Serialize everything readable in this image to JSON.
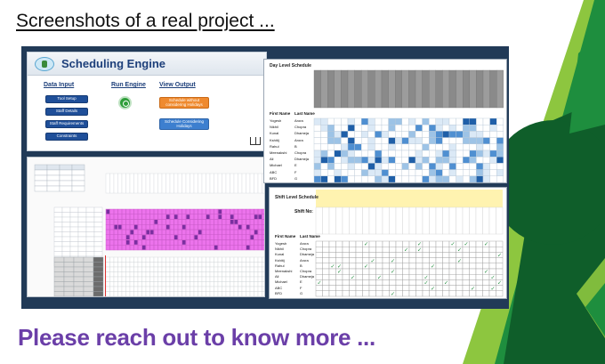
{
  "slide": {
    "headline": "Screenshots of a real project ...",
    "cta": "Please reach out to know more ..."
  },
  "dashboard": {
    "title": "Scheduling Engine",
    "data_input": {
      "title": "Data Input",
      "buttons": [
        "Tool Setup",
        "Staff Details",
        "Staff Requirements",
        "Constraints"
      ]
    },
    "run_engine": {
      "title": "Run Engine"
    },
    "view_output": {
      "title": "View Output",
      "buttons": [
        "Schedule without considering Holidays",
        "Schedule Considering Holidays"
      ]
    }
  },
  "day_schedule": {
    "title": "Day Level Schedule",
    "header": {
      "first_name": "First Name",
      "last_name": "Last Name"
    },
    "rows": [
      [
        "Yogesh",
        "Arora"
      ],
      [
        "Nikhil",
        "Chopra"
      ],
      [
        "Kunal",
        "Dhameja"
      ],
      [
        "Kshitij",
        "Arora"
      ],
      [
        "Rahul",
        "B"
      ],
      [
        "Meenakshi",
        "Chopra"
      ],
      [
        "Ali",
        "Dhameja"
      ],
      [
        "Michael",
        "E"
      ],
      [
        "ABC",
        "F"
      ],
      [
        "BFD",
        "G"
      ]
    ]
  },
  "shift_schedule": {
    "title": "Shift Level Schedule",
    "shift_label": "Shift No:",
    "header": {
      "first_name": "First Name",
      "last_name": "Last Name"
    },
    "rows": [
      [
        "Yogesh",
        "Arora"
      ],
      [
        "Nikhil",
        "Chopra"
      ],
      [
        "Kunal",
        "Dhameja"
      ],
      [
        "Kshitij",
        "Arora"
      ],
      [
        "Rahul",
        "B"
      ],
      [
        "Meenakshi",
        "Chopra"
      ],
      [
        "Ali",
        "Dhameja"
      ],
      [
        "Michael",
        "E"
      ],
      [
        "ABC",
        "F"
      ],
      [
        "BFD",
        "G"
      ]
    ]
  },
  "colors": {
    "accent_green": "#2f9a2f",
    "light_green": "#8dc63f",
    "dark_green": "#0f5e2a",
    "frame_navy": "#213a57",
    "cta_purple": "#6b3fa8",
    "highlight_pink": "#ec73ec"
  },
  "icons": [
    "engine-logo-icon",
    "run-engine-icon",
    "help-book-icon",
    "check-icon"
  ]
}
